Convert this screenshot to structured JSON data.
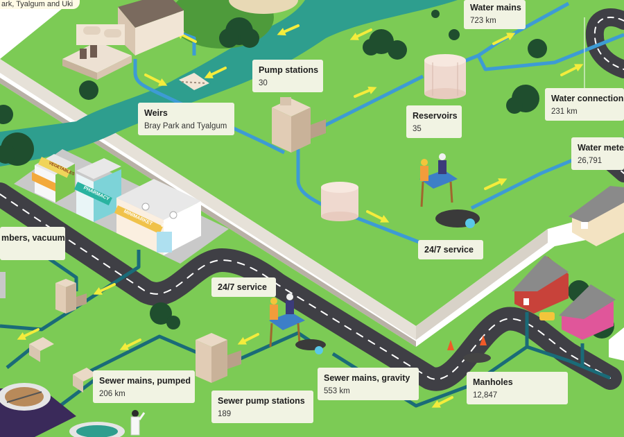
{
  "corner_note": "ark, Tyalgum and Uki",
  "labels": {
    "water_mains": {
      "title": "Water mains",
      "value": "723 km"
    },
    "pump_stations": {
      "title": "Pump stations",
      "value": "30"
    },
    "weirs": {
      "title": "Weirs",
      "value": "Bray Park and Tyalgum"
    },
    "reservoirs": {
      "title": "Reservoirs",
      "value": "35"
    },
    "water_connections": {
      "title": "Water connections",
      "value": "231 km"
    },
    "water_meters": {
      "title": "Water meter",
      "value": "26,791"
    },
    "service_top": {
      "title": "24/7 service"
    },
    "service_bottom": {
      "title": "24/7 service"
    },
    "vacuum": {
      "title": "mbers, vacuum"
    },
    "sewer_mains_pumped": {
      "title": "Sewer mains, pumped",
      "value": "206 km"
    },
    "sewer_pump_stations": {
      "title": "Sewer pump stations",
      "value": "189"
    },
    "sewer_mains_gravity": {
      "title": "Sewer mains, gravity",
      "value": "553 km"
    },
    "manholes": {
      "title": "Manholes",
      "value": "12,847"
    }
  },
  "shop_signs": {
    "vegetables": "VEGETABLES",
    "pharmacy": "PHARMACY",
    "minimarket": "MINIMARKET",
    "hours": "24/7"
  },
  "colors": {
    "grass": "#7ccb55",
    "water": "#3d9bd4",
    "sewer": "#1a6b78",
    "road": "#3f3f45",
    "arrow": "#f4ec3c"
  }
}
